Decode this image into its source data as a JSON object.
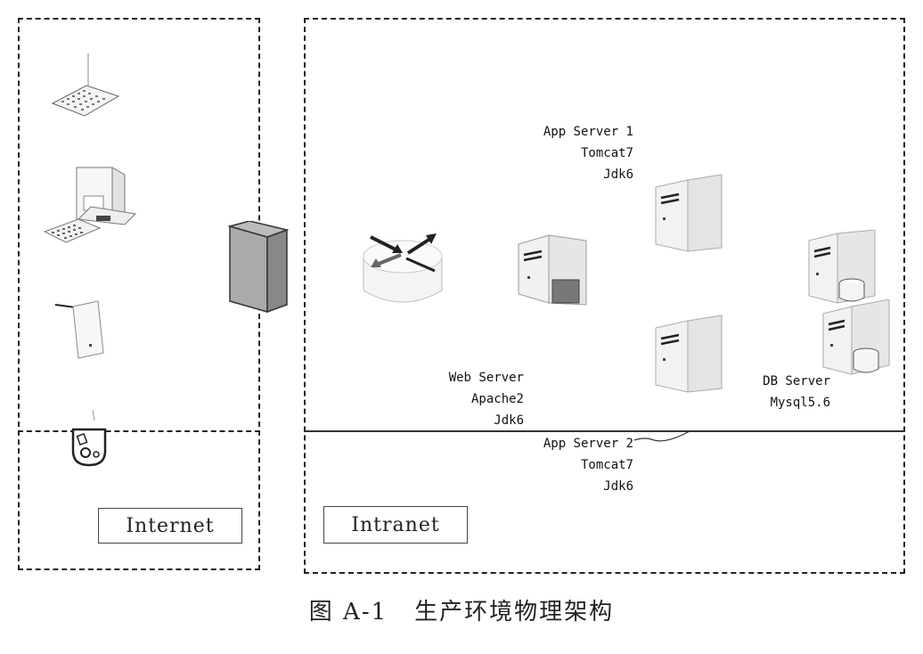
{
  "zones": {
    "internet_label": "Internet",
    "intranet_label": "Intranet"
  },
  "nodes": {
    "web_server": {
      "lines": [
        "Web Server",
        "Apache2",
        "Jdk6"
      ]
    },
    "app_server_1": {
      "lines": [
        "App Server 1",
        "Tomcat7",
        "Jdk6"
      ]
    },
    "app_server_2": {
      "lines": [
        "App Server 2",
        "Tomcat7",
        "Jdk6"
      ]
    },
    "db_server": {
      "lines": [
        "DB Server",
        "Mysql5.6"
      ]
    }
  },
  "caption": {
    "figure_number": "图 A-1",
    "title": "生产环境物理架构"
  },
  "icons": [
    "laptop-icon",
    "desktop-computer-icon",
    "tablet-icon",
    "handheld-device-icon",
    "firewall-icon",
    "router-icon",
    "web-server-icon",
    "app-server-1-icon",
    "app-server-2-icon",
    "db-server-primary-icon",
    "db-server-secondary-icon"
  ]
}
